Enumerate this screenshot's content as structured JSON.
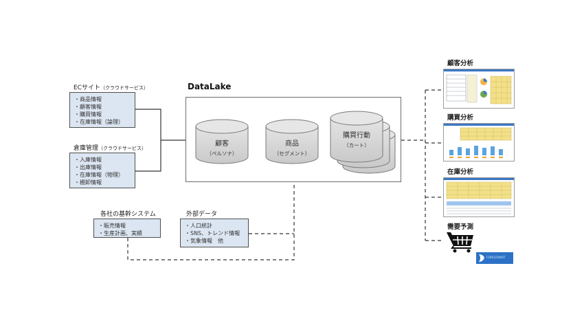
{
  "datalake": {
    "title": "DataLake",
    "cylinders": [
      {
        "main": "顧客",
        "sub": "（ペルソナ）"
      },
      {
        "main": "商品",
        "sub": "（セグメント）"
      },
      {
        "main": "購買行動",
        "sub": "（カート）"
      }
    ]
  },
  "sources": {
    "ec": {
      "title": "ECサイト",
      "title_sub": "（クラウドサービス）",
      "items": [
        "・商品情報",
        "・顧客情報",
        "・購買情報",
        "・在庫情報（論理）"
      ]
    },
    "warehouse": {
      "title": "倉庫管理",
      "title_sub": "（クラウドサービス）",
      "items": [
        "・入庫情報",
        "・出庫情報",
        "・在庫情報（物理）",
        "・棚卸情報"
      ]
    },
    "core": {
      "title": "各社の基幹システム",
      "items": [
        "・販売情報",
        "・生産計画、実績"
      ]
    },
    "external": {
      "title": "外部データ",
      "items": [
        "・人口統計",
        "・SNS、トレンド情報",
        "・気象情報　他"
      ]
    }
  },
  "outputs": {
    "customer_analysis": "顧客分析",
    "purchase_analysis": "購買分析",
    "inventory_analysis": "在庫分析",
    "demand_forecast": "需要予測"
  },
  "logo": {
    "text": "FORCEMART"
  }
}
